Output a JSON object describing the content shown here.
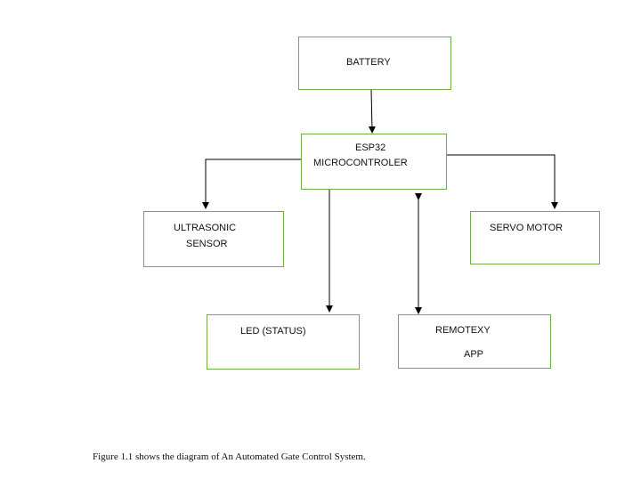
{
  "blocks": {
    "battery": {
      "line1": "BATTERY"
    },
    "esp32": {
      "line1": "ESP32",
      "line2": "MICROCONTROLER"
    },
    "ultrasonic": {
      "line1": "ULTRASONIC",
      "line2": "SENSOR"
    },
    "servo": {
      "line1": "SERVO MOTOR"
    },
    "led": {
      "line1": "LED (STATUS)"
    },
    "remotexy": {
      "line1": "REMOTEXY",
      "line2": "APP"
    }
  },
  "caption": "Figure 1.1 shows the diagram of An Automated Gate Control System.",
  "colors": {
    "block_border": "#70ad47",
    "connector": "#000000",
    "text": "#111111"
  }
}
